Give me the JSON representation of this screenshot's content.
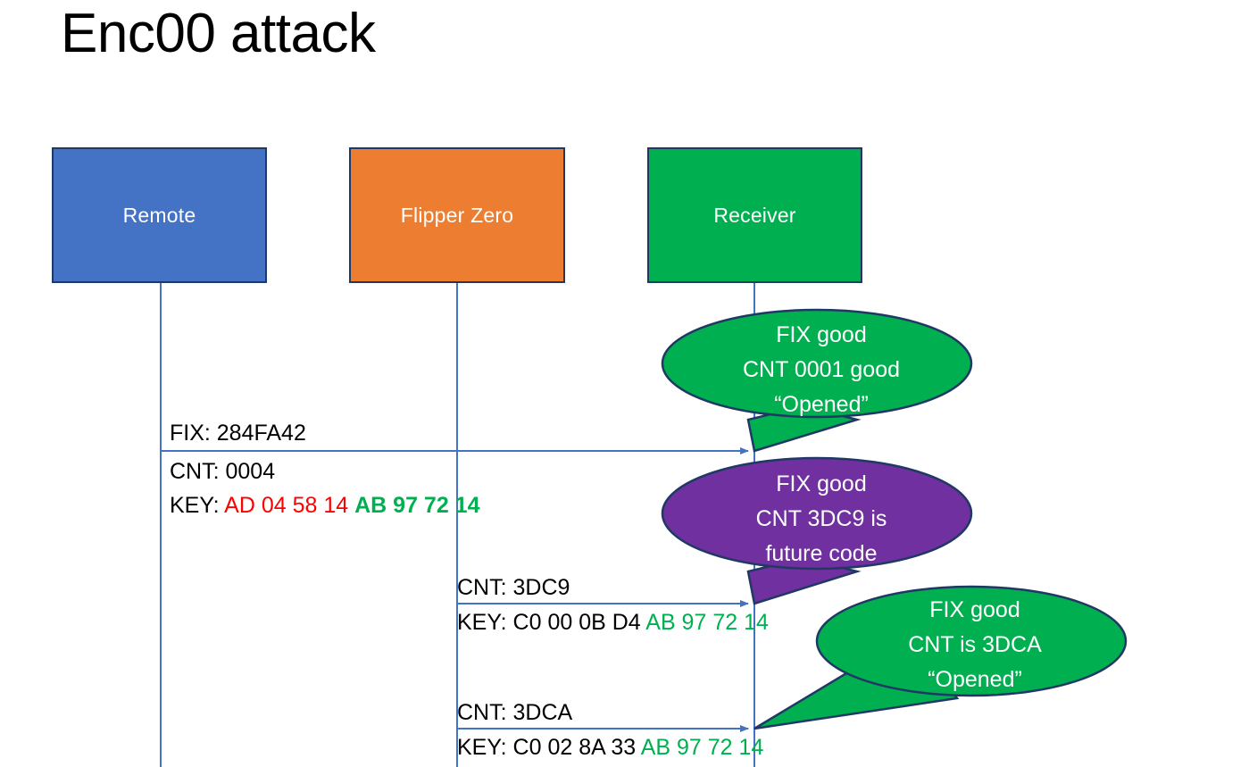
{
  "slide": {
    "title": "Enc00 attack",
    "background": "#ffffff"
  },
  "colors": {
    "remote_blue": "#4472C4",
    "flipper_orange": "#ED7D31",
    "receiver_green": "#00B050",
    "future_purple": "#7030A0",
    "outline_navy": "#1F3864",
    "lifeline_blue": "#4472C4",
    "hex_red": "#FF0000",
    "hex_green": "#00B050"
  },
  "actors": [
    {
      "id": "remote",
      "label": "Remote",
      "color": "#4472C4"
    },
    {
      "id": "flipper",
      "label": "Flipper Zero",
      "color": "#ED7D31"
    },
    {
      "id": "receiver",
      "label": "Receiver",
      "color": "#00B050"
    }
  ],
  "messages": [
    {
      "id": "msg1",
      "from": "remote",
      "to": "receiver",
      "fix_line": "FIX: 284FA42",
      "cnt_line": "CNT: 0004",
      "key_label": "KEY:",
      "key_first": "AD 04 58 14",
      "key_second": "AB 97 72 14"
    },
    {
      "id": "msg2",
      "from": "flipper",
      "to": "receiver",
      "cnt_line": "CNT: 3DC9",
      "key_label": "KEY: C0 00 0B D4",
      "key_second": "AB 97 72 14"
    },
    {
      "id": "msg3",
      "from": "flipper",
      "to": "receiver",
      "cnt_line": "CNT: 3DCA",
      "key_label": "KEY: C0 02 8A 33",
      "key_second": "AB 97 72 14"
    }
  ],
  "bubbles": [
    {
      "id": "bubble1",
      "color": "#00B050",
      "lines": [
        "FIX good",
        "CNT 0001 good",
        "“Opened”"
      ]
    },
    {
      "id": "bubble2",
      "color": "#7030A0",
      "lines": [
        "FIX good",
        "CNT 3DC9 is",
        "future code"
      ]
    },
    {
      "id": "bubble3",
      "color": "#00B050",
      "lines": [
        "FIX good",
        "CNT is 3DCA",
        "“Opened”"
      ]
    }
  ]
}
